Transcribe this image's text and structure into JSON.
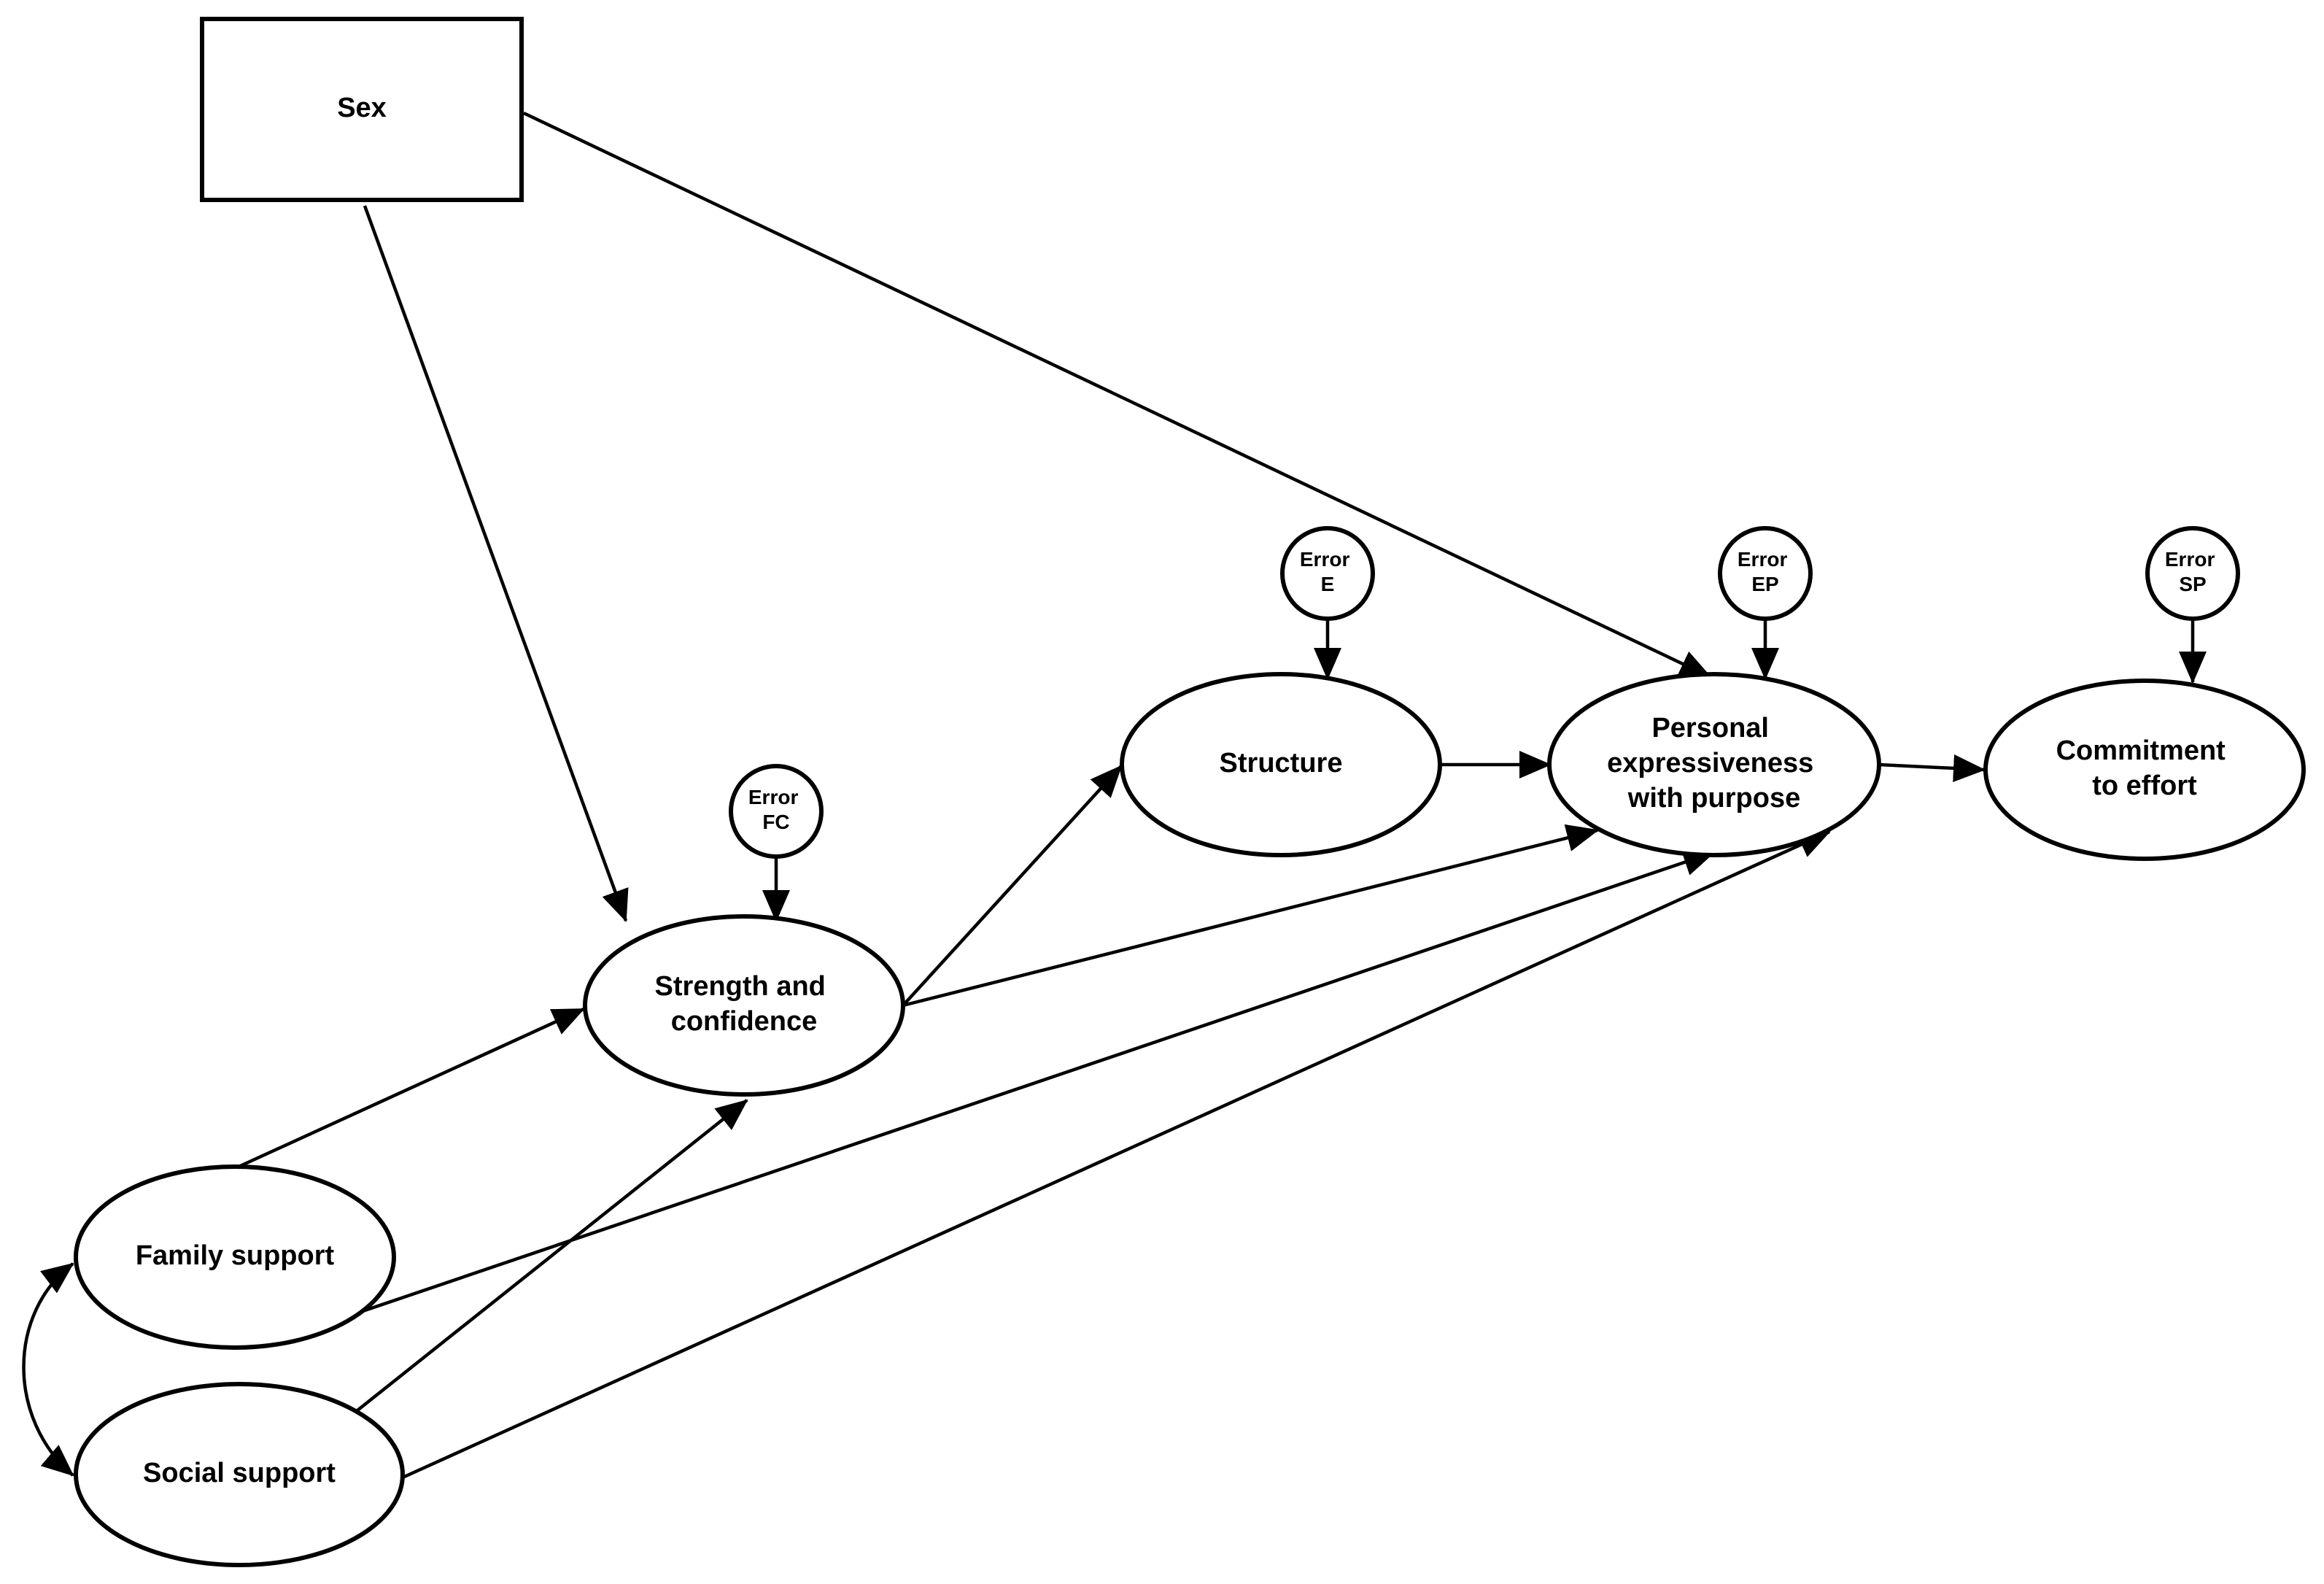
{
  "nodes": {
    "sex": {
      "label": "Sex"
    },
    "strength": {
      "lines": [
        "Strength and",
        "confidence"
      ]
    },
    "structure": {
      "label": "Structure"
    },
    "personal": {
      "lines": [
        "Personal",
        "expressiveness",
        "with purpose"
      ]
    },
    "commitment": {
      "lines": [
        "Commitment",
        "to effort"
      ]
    },
    "family": {
      "label": "Family support"
    },
    "social": {
      "label": "Social support"
    }
  },
  "errors": {
    "fc": {
      "lines": [
        "Error",
        "FC"
      ]
    },
    "e": {
      "lines": [
        "Error",
        "E"
      ]
    },
    "ep": {
      "lines": [
        "Error",
        "EP"
      ]
    },
    "sp": {
      "lines": [
        "Error",
        "SP"
      ]
    }
  },
  "edges": [
    {
      "from": "sex",
      "to": "strength"
    },
    {
      "from": "sex",
      "to": "personal"
    },
    {
      "from": "strength",
      "to": "structure"
    },
    {
      "from": "strength",
      "to": "personal"
    },
    {
      "from": "structure",
      "to": "personal"
    },
    {
      "from": "personal",
      "to": "commitment"
    },
    {
      "from": "family",
      "to": "strength"
    },
    {
      "from": "family",
      "to": "personal"
    },
    {
      "from": "social",
      "to": "strength"
    },
    {
      "from": "social",
      "to": "personal"
    },
    {
      "from": "fc",
      "to": "strength"
    },
    {
      "from": "e",
      "to": "structure"
    },
    {
      "from": "ep",
      "to": "personal"
    },
    {
      "from": "sp",
      "to": "commitment"
    }
  ],
  "correlations": [
    {
      "between": [
        "family",
        "social"
      ]
    }
  ]
}
